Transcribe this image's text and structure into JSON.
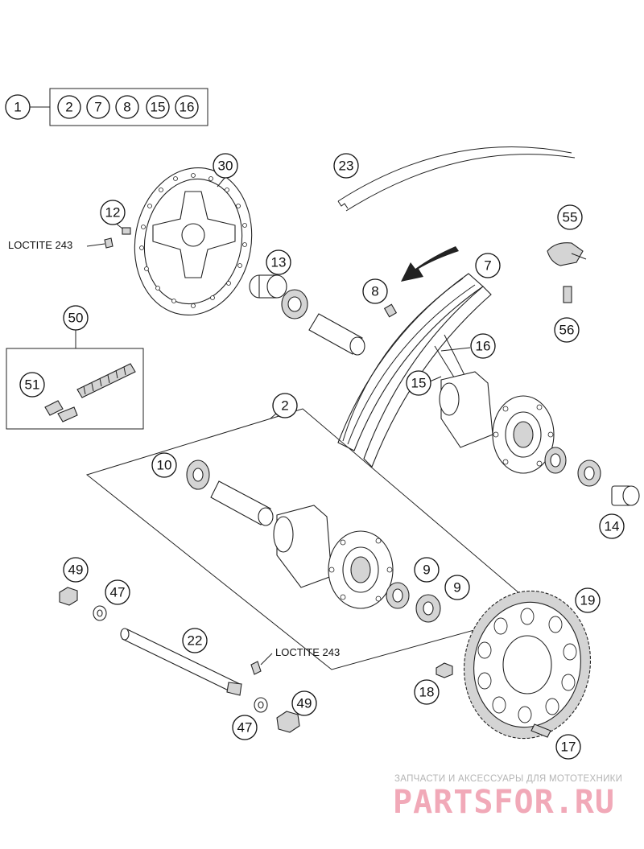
{
  "kit": {
    "main_number": "1",
    "included_numbers": [
      "2",
      "7",
      "8",
      "15",
      "16"
    ]
  },
  "callouts": [
    "30",
    "12",
    "23",
    "55",
    "13",
    "8",
    "7",
    "16",
    "56",
    "50",
    "15",
    "51",
    "2",
    "10",
    "14",
    "9",
    "9",
    "49",
    "47",
    "22",
    "19",
    "18",
    "49",
    "47",
    "17"
  ],
  "notes": {
    "loctite_upper": "LOCTITE 243",
    "loctite_lower": "LOCTITE 243"
  },
  "watermark": {
    "subtitle": "ЗАПЧАСТИ И АКСЕССУАРЫ ДЛЯ МОТОТЕХНИКИ",
    "logo": "PARTSFOR.RU"
  },
  "colors": {
    "line": "#222222",
    "watermark_logo": "#f1a9b8",
    "watermark_sub": "#b4b4b4"
  }
}
